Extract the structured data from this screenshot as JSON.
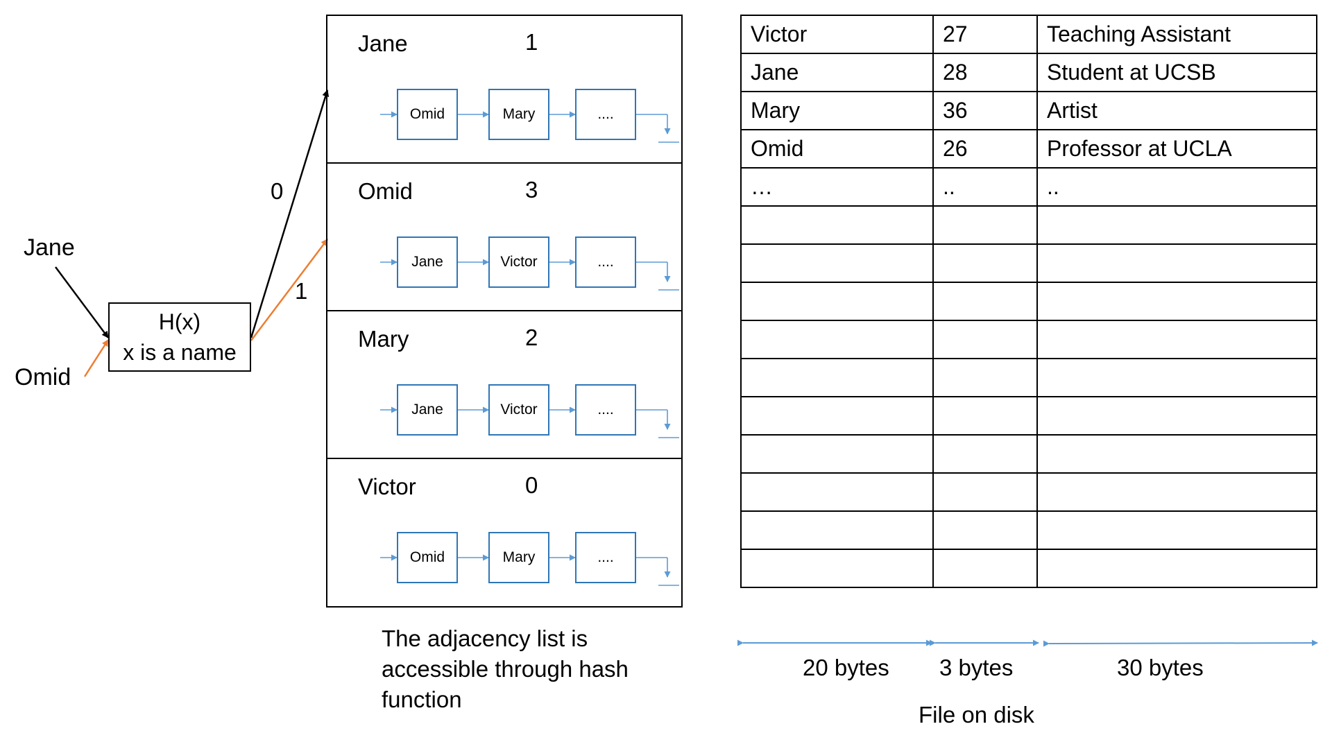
{
  "inputs": {
    "key1": "Jane",
    "key2": "Omid"
  },
  "hash_function": {
    "line1": "H(x)",
    "line2": "x is a name"
  },
  "edge_labels": {
    "to_first_bucket": "0",
    "to_second_bucket": "1"
  },
  "buckets": [
    {
      "name": "Jane",
      "count": "1",
      "nodes": [
        "Omid",
        "Mary",
        "...."
      ]
    },
    {
      "name": "Omid",
      "count": "3",
      "nodes": [
        "Jane",
        "Victor",
        "...."
      ]
    },
    {
      "name": "Mary",
      "count": "2",
      "nodes": [
        "Jane",
        "Victor",
        "...."
      ]
    },
    {
      "name": "Victor",
      "count": "0",
      "nodes": [
        "Omid",
        "Mary",
        "...."
      ]
    }
  ],
  "adjacency_caption": "The adjacency list is accessible through hash function",
  "file_table": {
    "rows": [
      [
        "Victor",
        "27",
        "Teaching Assistant"
      ],
      [
        "Jane",
        "28",
        "Student at UCSB"
      ],
      [
        "Mary",
        "36",
        "Artist"
      ],
      [
        "Omid",
        "26",
        "Professor at UCLA"
      ],
      [
        "…",
        "..",
        ".."
      ],
      [
        "",
        "",
        ""
      ],
      [
        "",
        "",
        ""
      ],
      [
        "",
        "",
        ""
      ],
      [
        "",
        "",
        ""
      ],
      [
        "",
        "",
        ""
      ],
      [
        "",
        "",
        ""
      ],
      [
        "",
        "",
        ""
      ],
      [
        "",
        "",
        ""
      ],
      [
        "",
        "",
        ""
      ],
      [
        "",
        "",
        ""
      ]
    ],
    "column_sizes": [
      "20 bytes",
      "3 bytes",
      "30 bytes"
    ],
    "caption": "File on disk"
  },
  "colors": {
    "primary_arrow": "#000000",
    "secondary_arrow": "#ed7d31",
    "node_border": "#2e75b6",
    "link_arrow": "#5b9bd5"
  }
}
